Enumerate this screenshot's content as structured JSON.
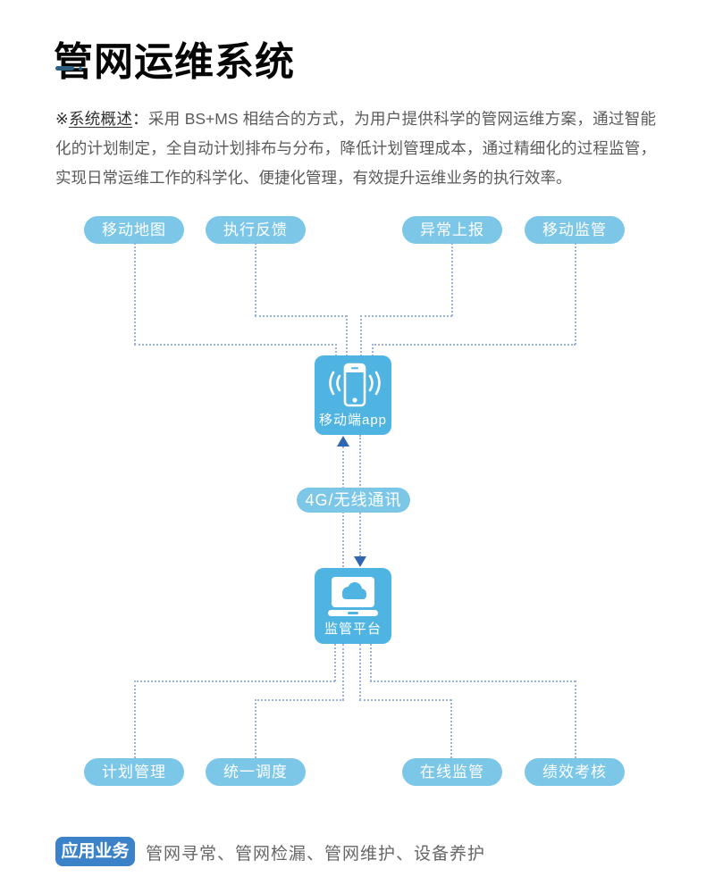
{
  "title": "管网运维系统",
  "overview": {
    "marker": "※",
    "label": "系统概述",
    "colon": "：",
    "body": "采用 BS+MS 相结合的方式，为用户提供科学的管网运维方案，通过智能化的计划制定，全自动计划排布与分布，降低计划管理成本，通过精细化的过程监管，实现日常运维工作的科学化、便捷化管理，有效提升运维业务的执行效率。"
  },
  "diagram": {
    "top_nodes": [
      "移动地图",
      "执行反馈",
      "异常上报",
      "移动监管"
    ],
    "mobile_app_label": "移动端app",
    "link_label": "4G/无线通讯",
    "platform_label": "监管平台",
    "bottom_nodes": [
      "计划管理",
      "统一调度",
      "在线监管",
      "绩效考核"
    ],
    "icons": {
      "mobile": "smartphone-signal-icon",
      "platform": "laptop-cloud-icon"
    }
  },
  "footer": {
    "badge": "应用业务",
    "items": "管网寻常、管网检漏、管网维护、设备养护"
  },
  "colors": {
    "pill": "#7cc7e8",
    "node_box": "#4fb4e2",
    "arrow": "#2f66b0",
    "dotted_line": "#9bb3da",
    "badge": "#3c82c8",
    "divider": "#2e5e80",
    "title_text": "#050505",
    "body_text": "#5a5a5a"
  }
}
